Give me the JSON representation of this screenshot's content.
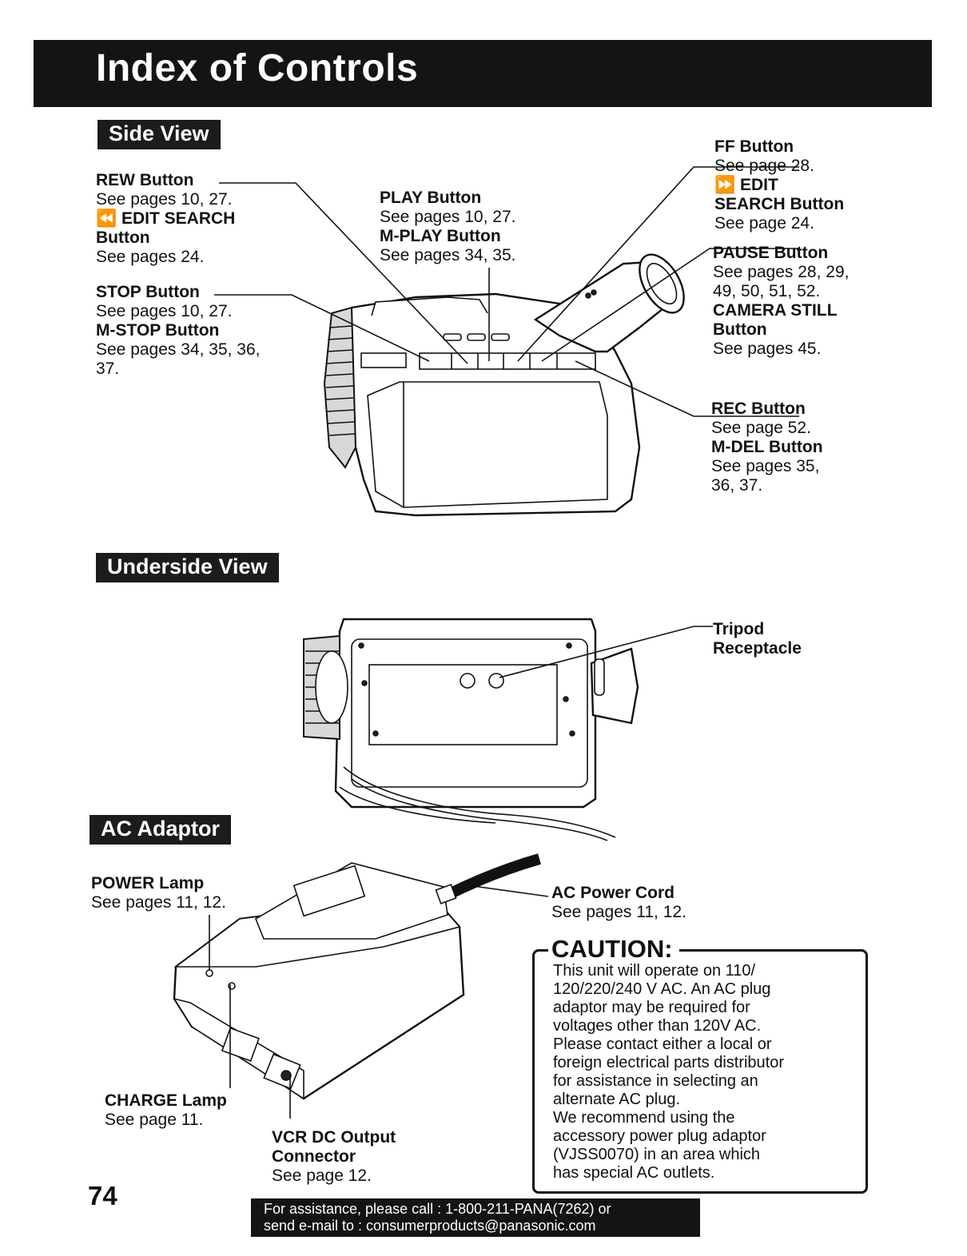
{
  "title": "Index of Controls",
  "sections": {
    "side": "Side View",
    "underside": "Underside View",
    "adaptor": "AC Adaptor"
  },
  "side_view": {
    "rew": {
      "name": "REW Button",
      "pages": "See pages 10, 27.",
      "edit_name": "⏪ EDIT SEARCH",
      "edit_name2": "Button",
      "edit_pages": "See pages 24."
    },
    "stop": {
      "name": "STOP Button",
      "pages": "See pages 10, 27.",
      "mname": "M-STOP Button",
      "mpages": "See pages 34, 35, 36,",
      "mpages2": "37."
    },
    "play": {
      "name": "PLAY Button",
      "pages": "See pages 10, 27.",
      "mname": "M-PLAY Button",
      "mpages": "See pages 34, 35."
    },
    "ff": {
      "name": "FF Button",
      "pages": "See page 28.",
      "edit_name": "⏩ EDIT",
      "edit_name2": "SEARCH Button",
      "edit_pages": "See page 24."
    },
    "pause": {
      "name": "PAUSE Button",
      "pages": "See pages 28, 29,",
      "pages2": "49, 50, 51, 52.",
      "still_name": "CAMERA STILL",
      "still_name2": "Button",
      "still_pages": "See pages 45."
    },
    "rec": {
      "name": "REC Button",
      "pages": "See page 52.",
      "mname": "M-DEL Button",
      "mpages": "See pages 35,",
      "mpages2": "36, 37."
    }
  },
  "underside_view": {
    "tripod1": "Tripod",
    "tripod2": "Receptacle"
  },
  "ac_adaptor": {
    "power": {
      "name": "POWER Lamp",
      "pages": "See pages 11, 12."
    },
    "charge": {
      "name": "CHARGE Lamp",
      "pages": "See page 11."
    },
    "vcr": {
      "name": "VCR DC Output",
      "name2": "Connector",
      "pages": "See page 12."
    },
    "cord": {
      "name": "AC Power Cord",
      "pages": "See pages 11, 12."
    }
  },
  "caution": {
    "title": "CAUTION:",
    "body": "This unit will operate on 110/\n120/220/240 V AC. An AC plug\nadaptor may be required for\nvoltages other than 120V AC.\nPlease contact either a local or\nforeign electrical parts distributor\nfor assistance in selecting an\nalternate AC plug.\nWe recommend using the\naccessory power plug adaptor\n(VJSS0070) in an area which\nhas special AC outlets."
  },
  "page_number": "74",
  "footer": {
    "line1": "For assistance, please call : 1-800-211-PANA(7262) or",
    "line2": "send e-mail to : consumerproducts@panasonic.com"
  }
}
